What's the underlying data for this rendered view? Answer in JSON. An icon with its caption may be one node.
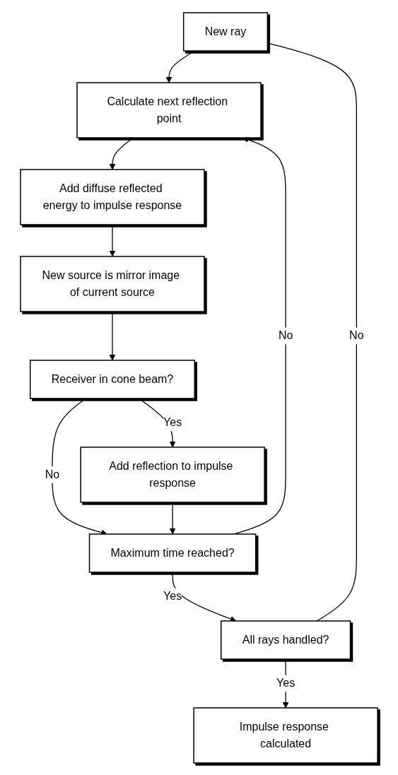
{
  "diagram": {
    "nodes": [
      {
        "text": [
          "New ray"
        ]
      },
      {
        "text": [
          "Calculate next reflection point"
        ]
      },
      {
        "text": [
          "Add diffuse reflected energy to impulse response"
        ]
      },
      {
        "text": [
          "New source is mirror image of current source"
        ]
      },
      {
        "text": [
          "Receiver in cone beam?"
        ]
      },
      {
        "text": [
          "Add reflection to impulse response"
        ]
      },
      {
        "text": [
          "Maximum time reached?"
        ]
      },
      {
        "text": [
          "All rays handled?"
        ]
      },
      {
        "text": [
          "Impulse response calculated"
        ]
      }
    ],
    "edges": [
      {
        "from": 0,
        "to": 1,
        "arrow": "to"
      },
      {
        "from": 1,
        "to": 2,
        "arrow": "to"
      },
      {
        "from": 2,
        "to": 3,
        "arrow": "to"
      },
      {
        "from": 3,
        "to": 4,
        "arrow": "to"
      },
      {
        "from": 4,
        "to": 5,
        "arrow": "to",
        "label": "Yes"
      },
      {
        "from": 4,
        "to": 6,
        "arrow": "to",
        "label": "No"
      },
      {
        "from": 5,
        "to": 6,
        "arrow": "to"
      },
      {
        "from": 6,
        "to": 1,
        "arrow": "to",
        "label": "No"
      },
      {
        "from": 6,
        "to": 7,
        "arrow": "to",
        "label": "Yes"
      },
      {
        "from": 7,
        "to": 0,
        "arrow": "none",
        "label": "No"
      },
      {
        "from": 7,
        "to": 8,
        "arrow": "to",
        "label": "Yes"
      }
    ]
  }
}
